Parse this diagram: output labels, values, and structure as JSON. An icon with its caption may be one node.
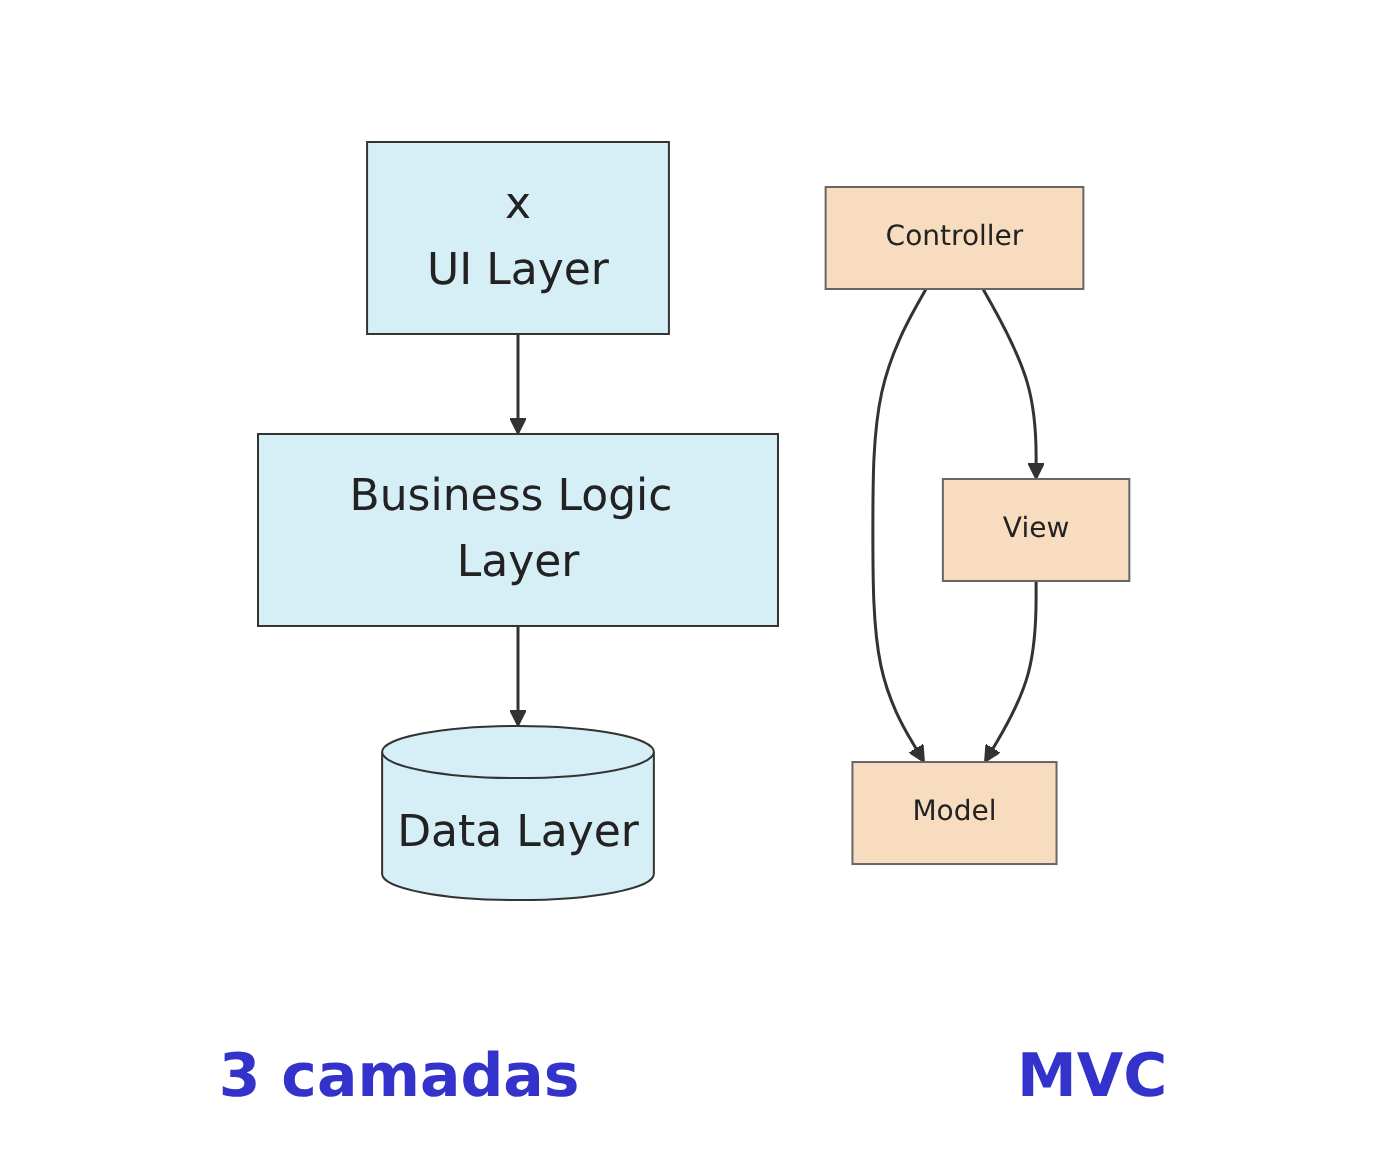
{
  "diagram": {
    "nodes": [
      {
        "text": [
          "x",
          "UI Layer"
        ]
      },
      {
        "text": [
          "Business Logic Layer"
        ]
      },
      {
        "text": [
          "Data Layer"
        ]
      },
      {
        "text": [
          "Controller"
        ]
      },
      {
        "text": [
          "Model"
        ]
      },
      {
        "text": [
          "View"
        ]
      }
    ],
    "edges": [
      {
        "from": 0,
        "to": 1,
        "arrow": "to"
      },
      {
        "from": 1,
        "to": 2,
        "arrow": "to"
      },
      {
        "from": 3,
        "to": 4,
        "arrow": "to"
      },
      {
        "from": 3,
        "to": 5,
        "arrow": "to"
      },
      {
        "from": 5,
        "to": 4,
        "arrow": "to"
      }
    ],
    "labels": [
      "3 camadas",
      "MVC"
    ]
  }
}
